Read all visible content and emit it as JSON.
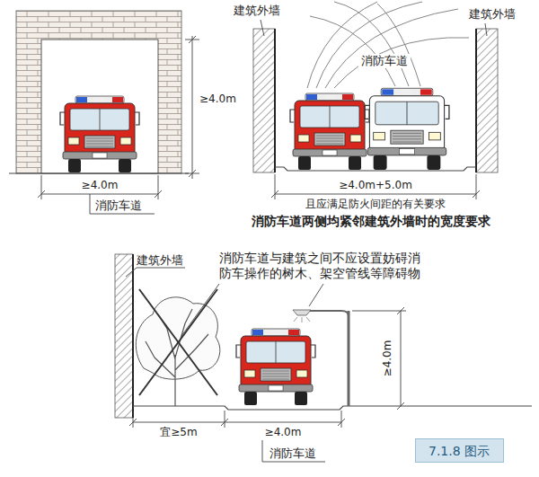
{
  "diagram": {
    "nodes": [
      {
        "text": [
          "7.1.8 图示"
        ]
      }
    ],
    "labels": [
      "≥4.0m",
      "≥4.0m",
      "消防车道",
      "建筑外墙",
      "建筑外墙",
      "消防车道",
      "≥4.0m+5.0m",
      "且应满足防火间距的有关要求",
      "消防车道两侧均紧邻建筑外墙时的宽度要求",
      "建筑外墙",
      "消防车道与建筑之间不应设置妨碍消防车操作的树木、架空管线等障碍物",
      "≥4.0m",
      "宜≥5m",
      "≥4.0m",
      "消防车道"
    ]
  }
}
